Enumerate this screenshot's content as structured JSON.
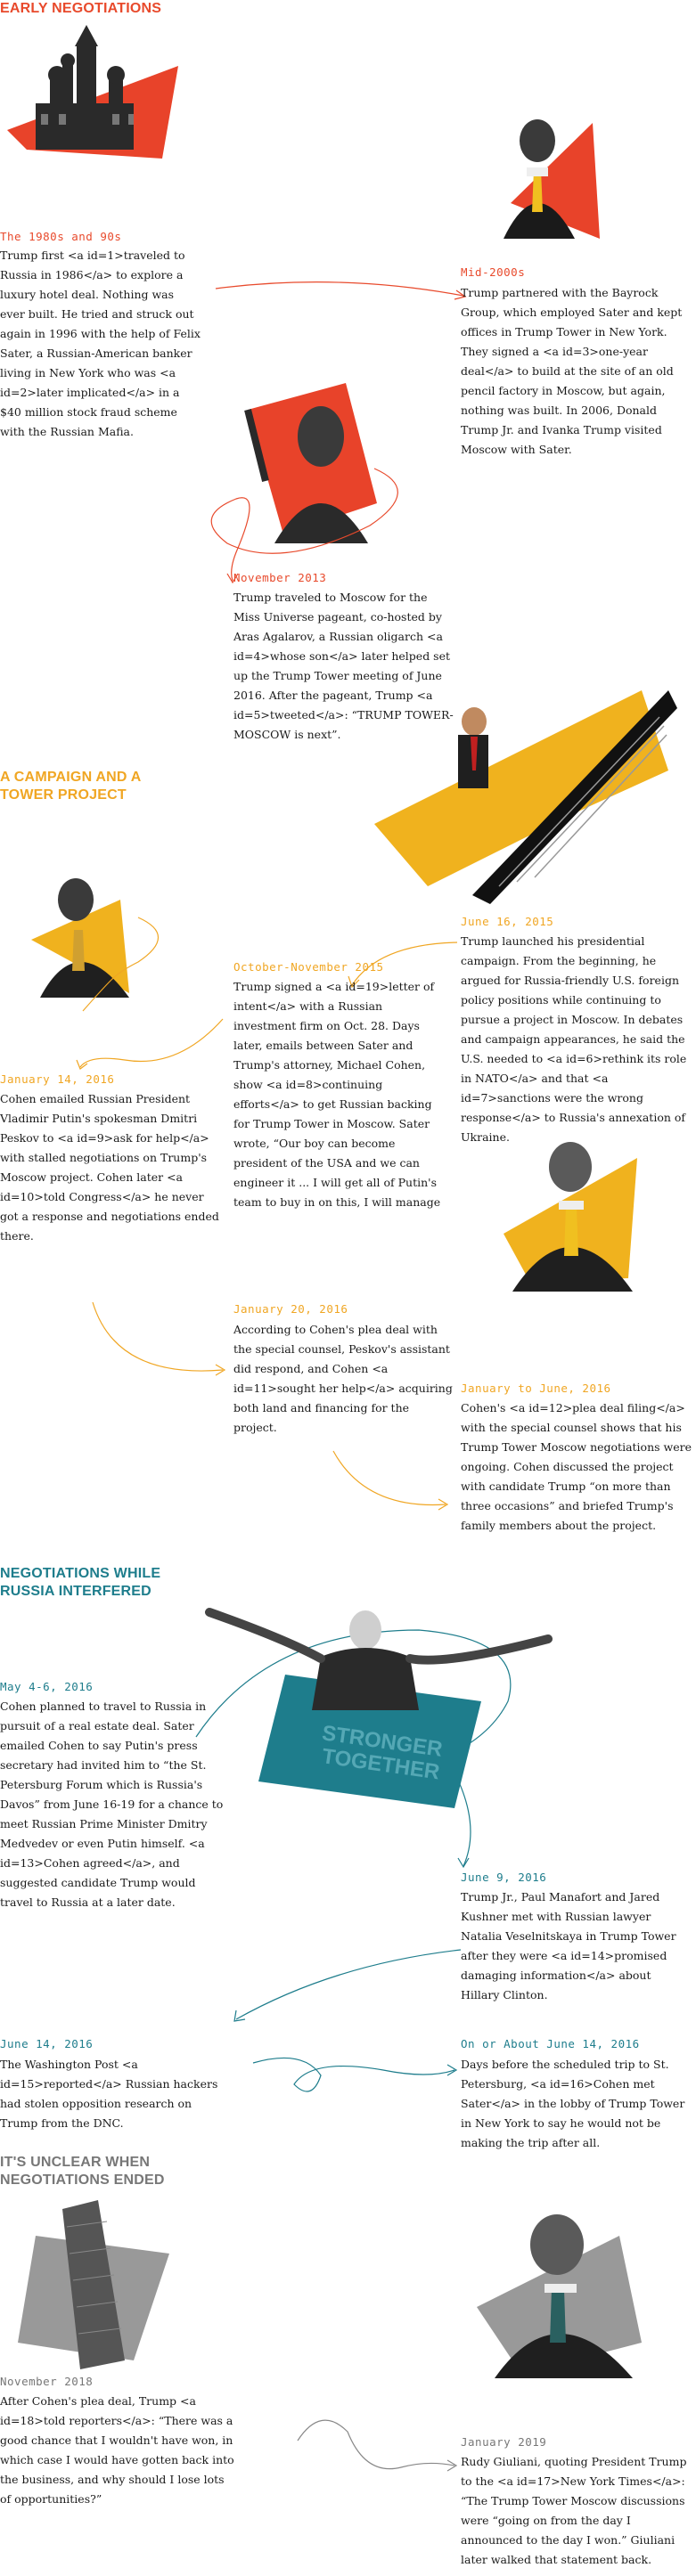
{
  "sections": {
    "s1": "EARLY NEGOTIATIONS",
    "s2": "A CAMPAIGN AND A TOWER PROJECT",
    "s3": "NEGOTIATIONS WHILE RUSSIA INTERFERED",
    "s4": "IT'S UNCLEAR WHEN NEGOTIATIONS ENDED"
  },
  "events": {
    "e1": {
      "date": "The 1980s and 90s",
      "text": "Trump first <a id=1>traveled to Russia in 1986</a> to explore a luxury hotel deal. Nothing was ever built. He tried and struck out again in 1996 with the help of Felix Sater, a Russian-American banker living in New York who was <a id=2>later implicated</a> in a $40 million stock fraud scheme with the Russian Mafia."
    },
    "e2": {
      "date": "Mid-2000s",
      "text": "Trump partnered with the Bayrock Group, which employed Sater and kept offices in Trump Tower in New York. They signed a <a id=3>one-year deal</a> to build at the site of an old pencil factory in Moscow, but again, nothing was built. In 2006, Donald Trump Jr. and Ivanka Trump visited Moscow with Sater."
    },
    "e3": {
      "date": "November 2013",
      "text": "Trump traveled to Moscow for the Miss Universe pageant, co-hosted by Aras Agalarov, a Russian oligarch <a id=4>whose son</a> later helped set up the Trump Tower meeting of June 2016. After the pageant, Trump <a id=5>tweeted</a>: “TRUMP TOWER-MOSCOW is next”."
    },
    "e4": {
      "date": "June 16, 2015",
      "text": "Trump launched his presidential campaign. From the beginning, he argued for Russia-friendly U.S. foreign policy positions while continuing to pursue a project in Moscow. In debates and campaign appearances, he said the U.S. needed to <a id=6>rethink its role in NATO</a> and that <a id=7>sanctions were the wrong response</a> to Russia's annexation of Ukraine."
    },
    "e5": {
      "date": "October-November 2015",
      "text": "Trump signed a <a id=19>letter of intent</a> with a Russian investment firm on Oct. 28. Days later, emails  between Sater and Trump's attorney, Michael Cohen, show <a id=8>continuing efforts</a> to get Russian backing for Trump Tower in Moscow. Sater wrote, “Our boy can become president of the USA and we can engineer it ... I will get all of Putin's team to buy in on this, I will manage"
    },
    "e6": {
      "date": "January 14, 2016",
      "text": "Cohen emailed Russian President Vladimir Putin's spokesman Dmitri Peskov to <a id=9>ask for help</a> with stalled negotiations on Trump's Moscow project. Cohen later <a id=10>told Congress</a> he never got a response and negotiations ended there."
    },
    "e7": {
      "date": "January 20, 2016",
      "text": "According to Cohen's plea deal with the special counsel, Peskov's assistant did respond, and Cohen <a id=11>sought her help</a> acquiring both land and financing for the project."
    },
    "e8": {
      "date": "January to June, 2016",
      "text": "Cohen's <a id=12>plea deal filing</a> with the special counsel shows that his Trump Tower Moscow negotiations were ongoing. Cohen discussed the project with candidate Trump “on more than three occasions” and briefed Trump's family members about the project."
    },
    "e9": {
      "date": "May 4-6, 2016",
      "text": "Cohen planned to travel to Russia in pursuit of a real estate deal. Sater emailed Cohen to say Putin's press secretary had invited him to “the St. Petersburg Forum which is Russia's Davos” from June 16-19 for a chance to meet Russian Prime Minister Dmitry Medvedev or even Putin himself. <a id=13>Cohen agreed</a>, and suggested candidate Trump would travel to Russia at a later date."
    },
    "e10": {
      "date": "June 9, 2016",
      "text": "Trump Jr., Paul Manafort and Jared Kushner met with Russian lawyer Natalia Veselnitskaya in Trump Tower after they were <a id=14>promised damaging information</a> about Hillary Clinton."
    },
    "e11": {
      "date": "June 14, 2016",
      "text": "The Washington Post <a id=15>reported</a> Russian hackers had stolen opposition research on Trump from the DNC."
    },
    "e12": {
      "date": "On or About June 14, 2016",
      "text": "Days before the scheduled trip to St. Petersburg, <a id=16>Cohen met Sater</a> in the lobby of Trump Tower in New York to say he would not be making the trip after all."
    },
    "e13": {
      "date": "November 2018",
      "text": "After Cohen's plea deal, Trump <a id=18>told reporters</a>: “There was a good chance that I wouldn't have won, in which case I would have gotten back into the business, and why should I lose lots of opportunities?”"
    },
    "e14": {
      "date": "January 2019",
      "text": "Rudy Giuliani, quoting President Trump to the <a id=17>New York Times</a>: “The Trump Tower Moscow discussions were “going on from the day I announced to the day I won.” Giuliani later walked that statement back."
    }
  },
  "images": {
    "sign_text_1": "STRONGER",
    "sign_text_2": "TOGETHER"
  },
  "colors": {
    "red": "#e84a2c",
    "orange": "#f0a623",
    "teal": "#1e7d8c",
    "gray": "#777777"
  }
}
